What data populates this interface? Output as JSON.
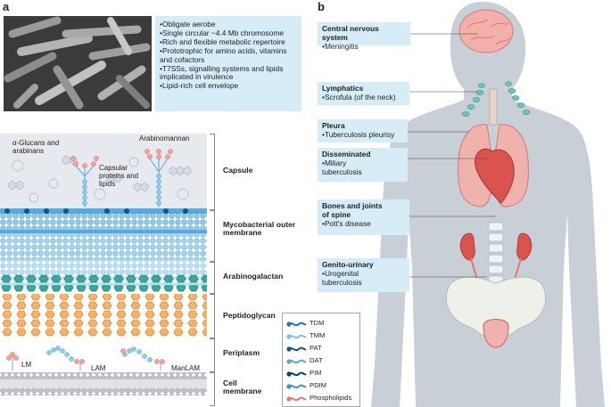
{
  "panels": {
    "a": "a",
    "b": "b"
  },
  "micrograph_info": [
    "Obligate aerobe",
    "Single circular ~4.4 Mb chromosome",
    "Rich and flexible metabolic repertoire",
    "Prototrophic for amino acids, vitamins and cofactors",
    "T7SSs, signalling systems and lipids implicated in virulence",
    "Lipid-rich cell envelope"
  ],
  "envelope_annotations": {
    "glucans": "α-Glucans and arabinans",
    "arabinomannan": "Arabinomannan",
    "capsular": "Capsular proteins and lipids",
    "lm": "LM",
    "lam": "LAM",
    "manlam": "ManLAM"
  },
  "layers": {
    "capsule": "Capsule",
    "outer_membrane": "Mycobacterial outer membrane",
    "arabinogalactan": "Arabinogalactan",
    "peptidoglycan": "Peptidoglycan",
    "periplasm": "Periplasm",
    "cell_membrane": "Cell membrane"
  },
  "legend": [
    {
      "label": "TDM",
      "color": "#2f6fa6"
    },
    {
      "label": "TMM",
      "color": "#7fbfe0"
    },
    {
      "label": "PAT",
      "color": "#1d4f80"
    },
    {
      "label": "DAT",
      "color": "#5aa7d6"
    },
    {
      "label": "PIM",
      "color": "#0f3d6e"
    },
    {
      "label": "PDIM",
      "color": "#3d8fc8"
    },
    {
      "label": "Phospholipids",
      "color": "#e07a6e"
    }
  ],
  "sites": {
    "cns": {
      "title": "Central nervous system",
      "items": [
        "Meningitis"
      ]
    },
    "lymphatics": {
      "title": "Lymphatics",
      "items": [
        "Scrofula (of the neck)"
      ]
    },
    "pleura": {
      "title": "Pleura",
      "items": [
        "Tuberculosis pleurisy"
      ]
    },
    "disseminated": {
      "title": "Disseminated",
      "items": [
        "Miliary tuberculosis"
      ]
    },
    "bones": {
      "title": "Bones and joints of spine",
      "items": [
        "Pott's disease"
      ]
    },
    "genito": {
      "title": "Genito-urinary",
      "items": [
        "Urogenital tuberculosis"
      ]
    }
  },
  "colors": {
    "info_box": "#d6ecf7",
    "body_silhouette": "#c9cfd6",
    "capsule_bg": "#e6e9ee",
    "membrane_blue": "#5aa9d8",
    "peptidoglycan_orange": "#f3b36a",
    "arabinogalactan_teal": "#3aa89e",
    "lung_pink": "#f0b2ad",
    "heart_red": "#d9534f"
  }
}
